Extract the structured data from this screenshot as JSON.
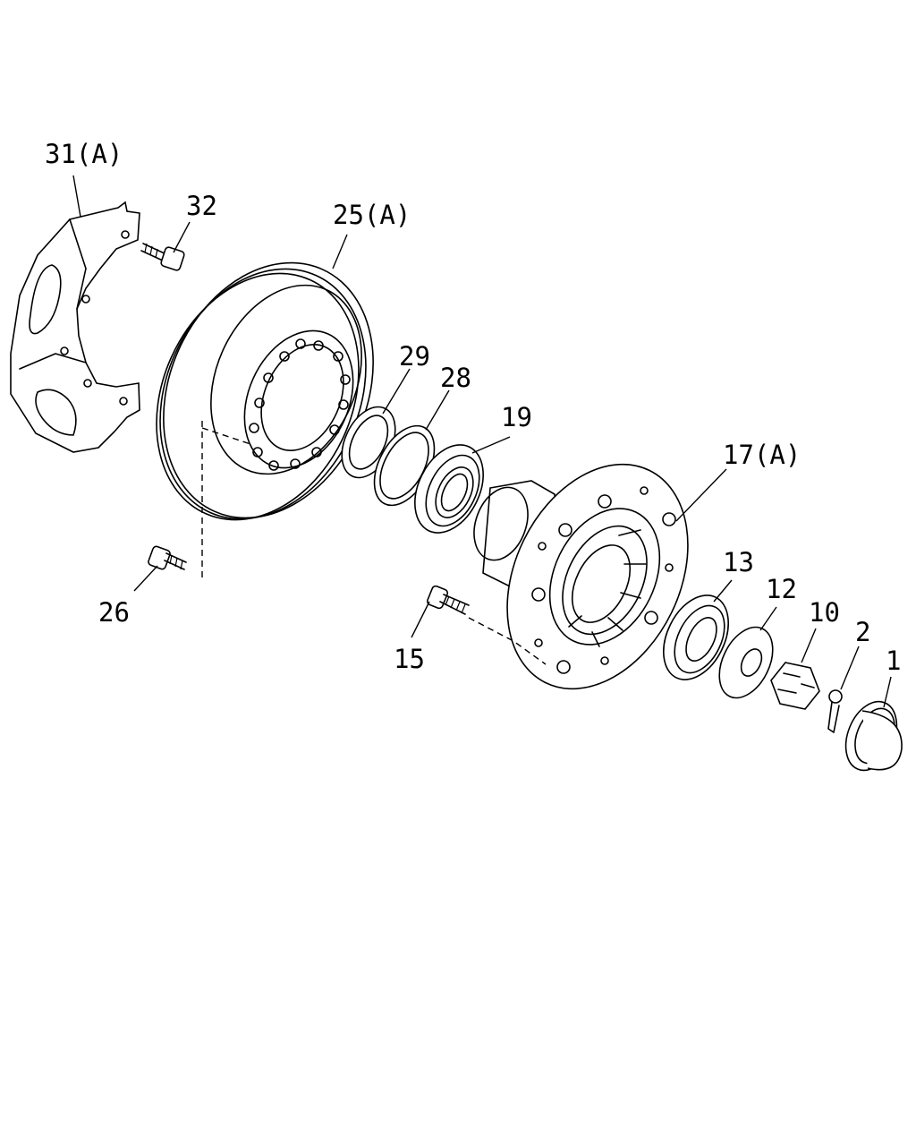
{
  "diagram": {
    "labels": {
      "p31": "31(A)",
      "p32": "32",
      "p25": "25(A)",
      "p29": "29",
      "p28": "28",
      "p19": "19",
      "p17": "17(A)",
      "p26": "26",
      "p13": "13",
      "p12": "12",
      "p10": "10",
      "p2": "2",
      "p1": "1",
      "p15": "15"
    }
  }
}
